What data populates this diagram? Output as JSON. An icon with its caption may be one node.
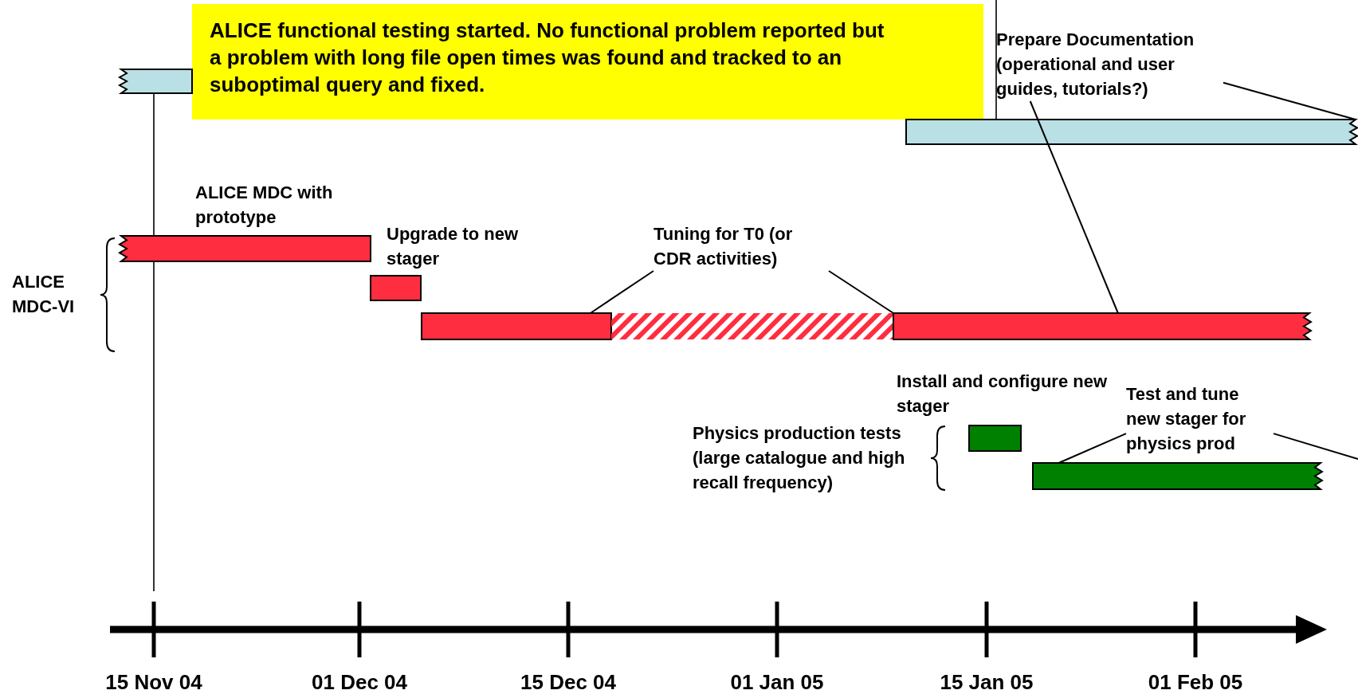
{
  "diagram": {
    "nodes": [
      {
        "text": [
          "ALICE functional testing started. No functional problem reported but a problem with long file open times was found and tracked to an suboptimal query and fixed."
        ]
      },
      {
        "text": [],
        "shape": "bar"
      },
      {
        "text": [
          "Prepare Documentation (operational and user guides, tutorials?)"
        ]
      },
      {
        "text": [],
        "shape": "bar"
      },
      {
        "text": [],
        "shape": "bar",
        "beside": [
          "ALICE MDC with prototype"
        ]
      },
      {
        "text": [],
        "shape": "bar",
        "beside": [
          "Upgrade to new stager"
        ]
      },
      {
        "text": [
          "Tuning for T0 (or CDR activities)"
        ]
      },
      {
        "text": [],
        "shape": "bar"
      },
      {
        "text": [],
        "shape": "bar"
      },
      {
        "text": [],
        "shape": "bar"
      },
      {
        "text": [
          "Test and tune new stager for physics prod"
        ]
      },
      {
        "text": [],
        "shape": "bar",
        "beside": [
          "Install and configure new stager"
        ]
      },
      {
        "text": [],
        "shape": "bar"
      }
    ],
    "edges": [
      {
        "from": 2,
        "to": 3,
        "arrow": "none"
      },
      {
        "from": 2,
        "to": 9,
        "arrow": "none"
      },
      {
        "from": 6,
        "to": 7,
        "arrow": "none"
      },
      {
        "from": 6,
        "to": 9,
        "arrow": "none"
      },
      {
        "from": 10,
        "to": 12,
        "arrow": "none"
      },
      {
        "from": 10,
        "to": null,
        "arrow": "none"
      }
    ],
    "labels": [
      "ALICE MDC-VI",
      "Physics production tests (large catalogue and high recall frequency)",
      "15 Nov 04",
      "01 Dec 04",
      "15 Dec 04",
      "01 Jan 05",
      "15 Jan 05",
      "01 Feb 05"
    ]
  }
}
